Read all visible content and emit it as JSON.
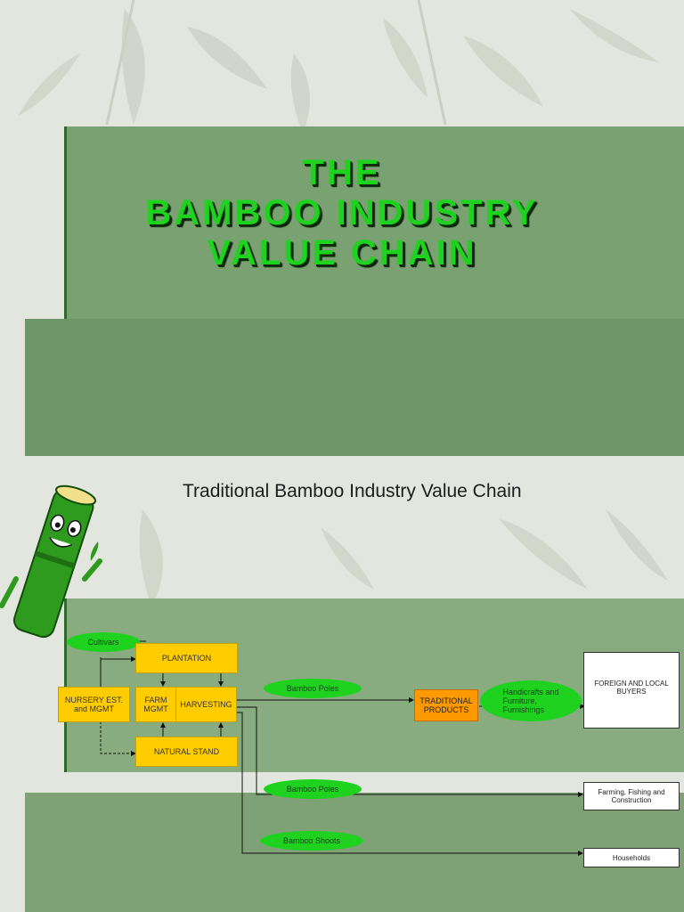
{
  "slide1": {
    "title_lines": [
      "THE",
      "BAMBOO INDUSTRY",
      "VALUE CHAIN"
    ]
  },
  "slide2": {
    "heading": "Traditional Bamboo Industry Value Chain",
    "nodes": {
      "cultivars": "Cultivars",
      "plantation": "PLANTATION",
      "nursery": "NURSERY EST.\nand MGMT",
      "farm_mgmt": "FARM\nMGMT",
      "harvesting": "HARVESTING",
      "natural_stand": "NATURAL STAND",
      "bamboo_poles_1": "Bamboo Poles",
      "traditional_products": "TRADITIONAL\nPRODUCTS",
      "handicrafts": "Handicrafts and\nFurniture,\nFurnishings",
      "foreign_local_buyers": "FOREIGN AND LOCAL\nBUYERS",
      "bamboo_poles_2": "Bamboo Poles",
      "farming_fishing": "Farming, Fishing and\nConstruction",
      "bamboo_shoots": "Bamboo Shoots",
      "households": "Households"
    },
    "colors": {
      "process_box": "#ffcc00",
      "product_box": "#ff9900",
      "oval": "#1fd21f"
    }
  }
}
